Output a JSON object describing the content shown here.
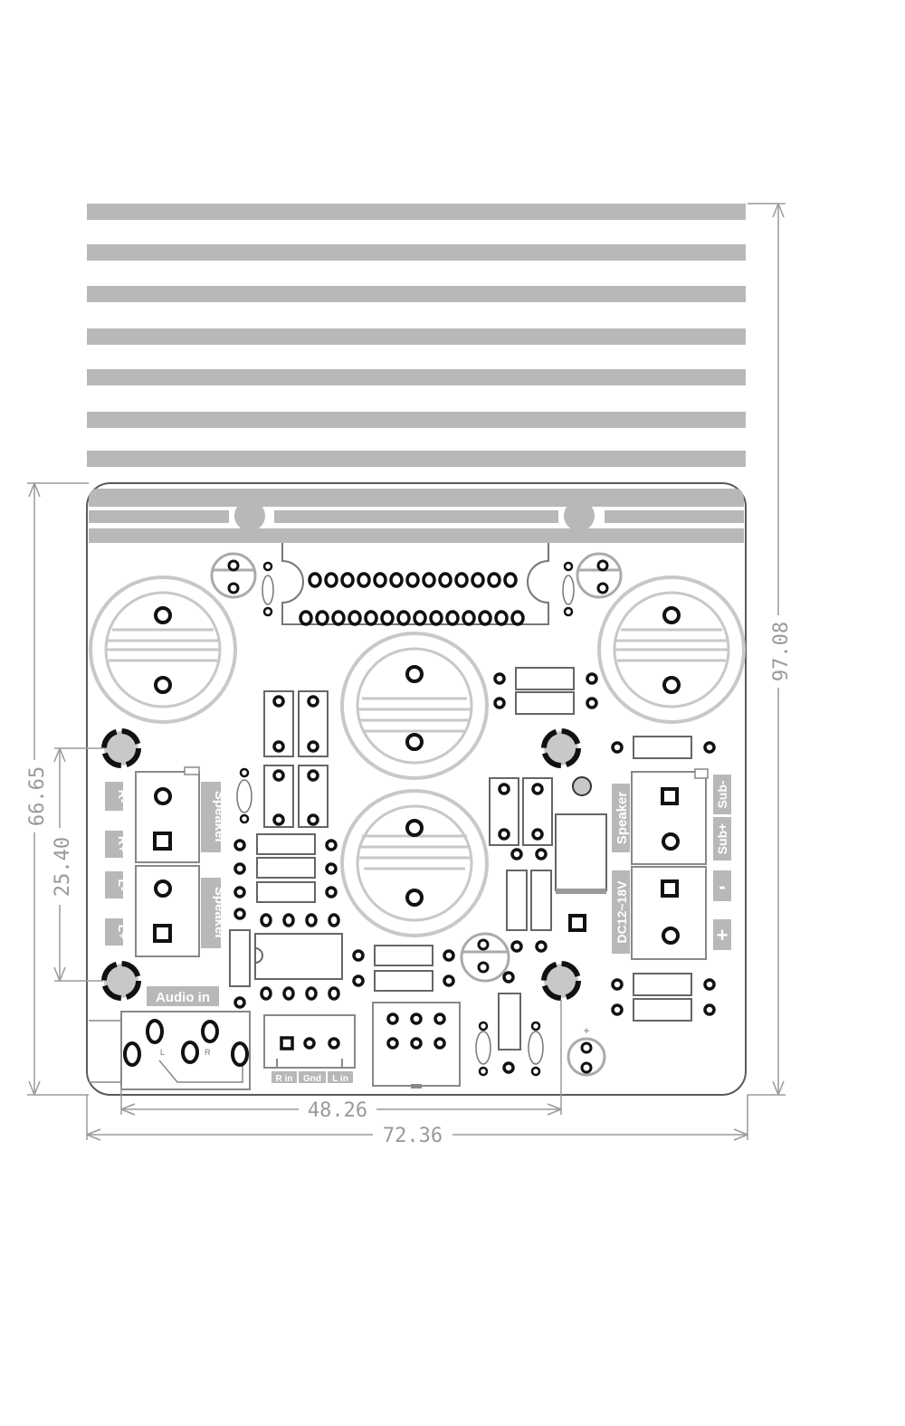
{
  "dimensions": {
    "total_height": "97.08",
    "board_height": "66.65",
    "mount_spacing_vertical": "25.40",
    "mount_spacing_horizontal": "48.26",
    "board_width": "72.36"
  },
  "labels": {
    "r_minus": "R-",
    "r_plus": "R+",
    "l_minus": "L-",
    "l_plus": "L+",
    "speaker_right": "Speaker",
    "speaker_left": "Speaker",
    "audio_in": "Audio in",
    "speaker_sub": "Speaker",
    "dc_supply": "DC12~18V",
    "sub_minus": "Sub-",
    "sub_plus": "Sub+",
    "minus_sign": "-",
    "plus_sign": "+",
    "r_in": "R in",
    "gnd": "Gnd",
    "l_in": "L in",
    "jack_l": "L",
    "jack_r": "R",
    "small_plus": "+"
  },
  "colors": {
    "silk": "#b8b8b8",
    "outline": "#5a5a5a",
    "pad": "#111111",
    "dimension": "#9a9a9a"
  }
}
